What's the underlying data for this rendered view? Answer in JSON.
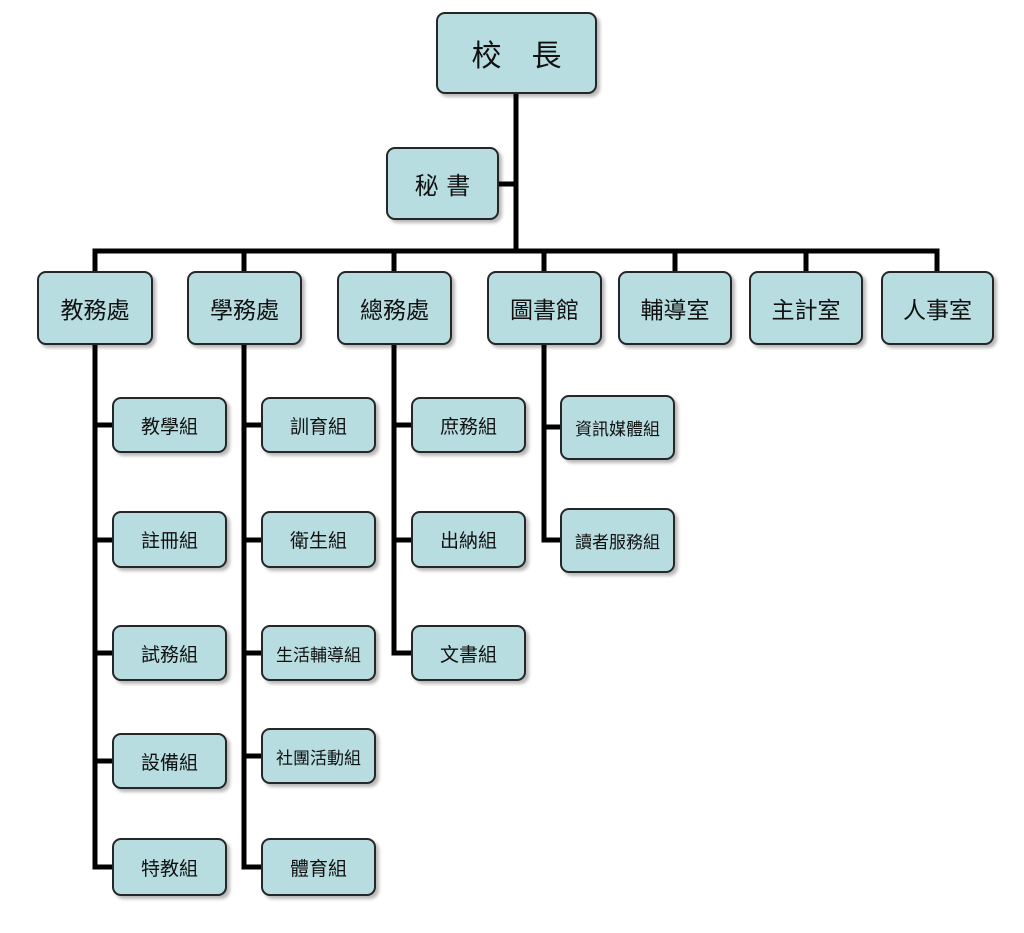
{
  "colors": {
    "box_fill": "#b7dde0",
    "box_border": "#262626",
    "connector": "#000000"
  },
  "org": {
    "principal": "校　長",
    "secretary": "秘 書",
    "departments": [
      {
        "name": "教務處",
        "units": [
          "教學組",
          "註冊組",
          "試務組",
          "設備組",
          "特教組"
        ]
      },
      {
        "name": "學務處",
        "units": [
          "訓育組",
          "衛生組",
          "生活輔導組",
          "社團活動組",
          "體育組"
        ]
      },
      {
        "name": "總務處",
        "units": [
          "庶務組",
          "出納組",
          "文書組"
        ]
      },
      {
        "name": "圖書館",
        "units": [
          "資訊媒體組",
          "讀者服務組"
        ]
      },
      {
        "name": "輔導室",
        "units": []
      },
      {
        "name": "主計室",
        "units": []
      },
      {
        "name": "人事室",
        "units": []
      }
    ]
  }
}
